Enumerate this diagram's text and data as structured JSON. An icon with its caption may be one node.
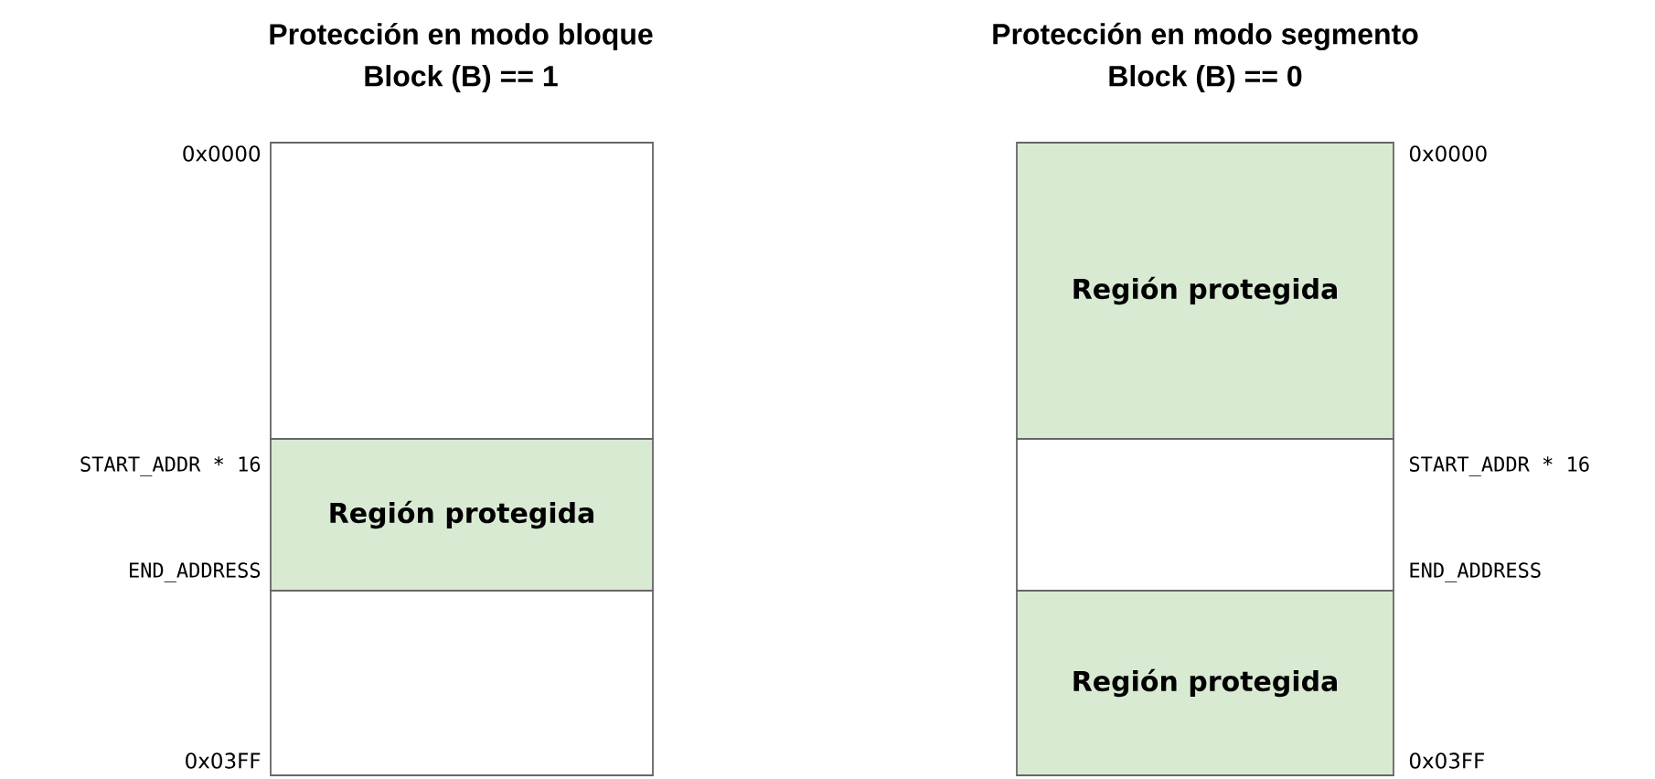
{
  "diagram": {
    "nodes": [
      {
        "text": [],
        "shape": "box"
      },
      {
        "text": [
          "Región protegida"
        ]
      },
      {
        "text": [],
        "shape": "box"
      },
      {
        "text": [
          "Región protegida"
        ]
      },
      {
        "text": [],
        "shape": "box"
      },
      {
        "text": [
          "Región protegida"
        ]
      }
    ],
    "labels": [
      "Protección en modo bloque",
      "Block (B) == 1",
      "Protección en modo segmento",
      "Block (B) == 0",
      "0x0000",
      "START_ADDR * 16",
      "END_ADDRESS",
      "0x03FF",
      "0x0000",
      "START_ADDR * 16",
      "END_ADDRESS",
      "0x03FF"
    ]
  }
}
